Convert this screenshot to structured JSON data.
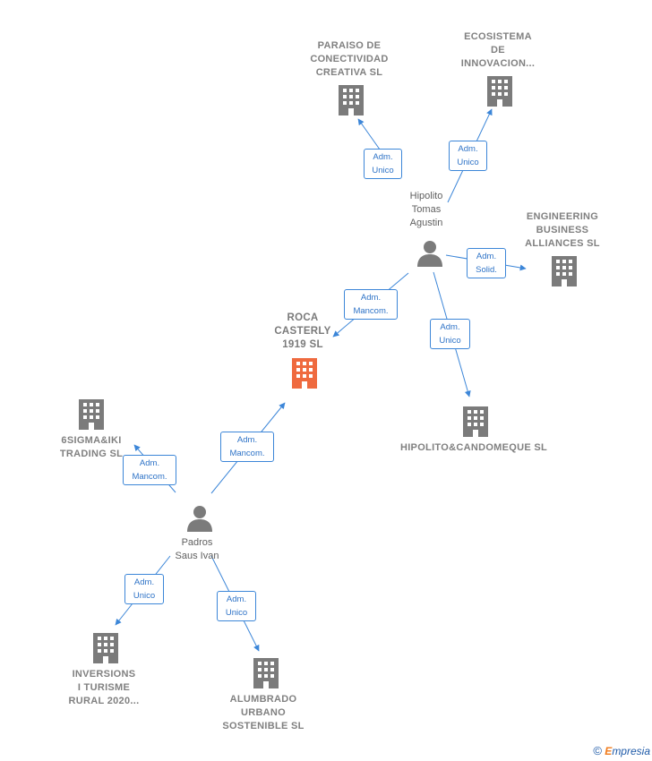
{
  "colors": {
    "edge": "#3c86d8",
    "company_icon": "#7b7b7b",
    "focus_icon": "#ef6a3f",
    "person_icon": "#7b7b7b"
  },
  "nodes": {
    "paraiso": {
      "label": "PARAISO DE\nCONECTIVIDAD\nCREATIVA  SL",
      "icon": "building-icon"
    },
    "ecosistema": {
      "label": "ECOSISTEMA\nDE\nINNOVACION...",
      "icon": "building-icon"
    },
    "engineering": {
      "label": "ENGINEERING\nBUSINESS\nALLIANCES  SL",
      "icon": "building-icon"
    },
    "roca": {
      "label": "ROCA\nCASTERLY\n1919  SL",
      "icon": "building-icon"
    },
    "hipolito_cand": {
      "label": "HIPOLITO&CANDOMEQUE SL",
      "icon": "building-icon"
    },
    "sigma": {
      "label": "6SIGMA&IKI\nTRADING  SL",
      "icon": "building-icon"
    },
    "inversions": {
      "label": "INVERSIONS\nI TURISME\nRURAL 2020...",
      "icon": "building-icon"
    },
    "alumbrado": {
      "label": "ALUMBRADO\nURBANO\nSOSTENIBLE SL",
      "icon": "building-icon"
    },
    "hipolito": {
      "label": "Hipolito\nTomas\nAgustin",
      "icon": "person-icon"
    },
    "padros": {
      "label": "Padros\nSaus Ivan",
      "icon": "person-icon"
    }
  },
  "edges": {
    "hip_paraiso": "Adm.\nUnico",
    "hip_ecosistema": "Adm.\nUnico",
    "hip_engineering": "Adm.\nSolid.",
    "hip_roca": "Adm.\nMancom.",
    "hip_hipcand": "Adm.\nUnico",
    "pad_roca": "Adm.\nMancom.",
    "pad_sigma": "Adm.\nMancom.",
    "pad_inversions": "Adm.\nUnico",
    "pad_alumbrado": "Adm.\nUnico"
  },
  "watermark": {
    "copyright": "©",
    "brand_initial": "E",
    "brand_rest": "mpresia"
  }
}
